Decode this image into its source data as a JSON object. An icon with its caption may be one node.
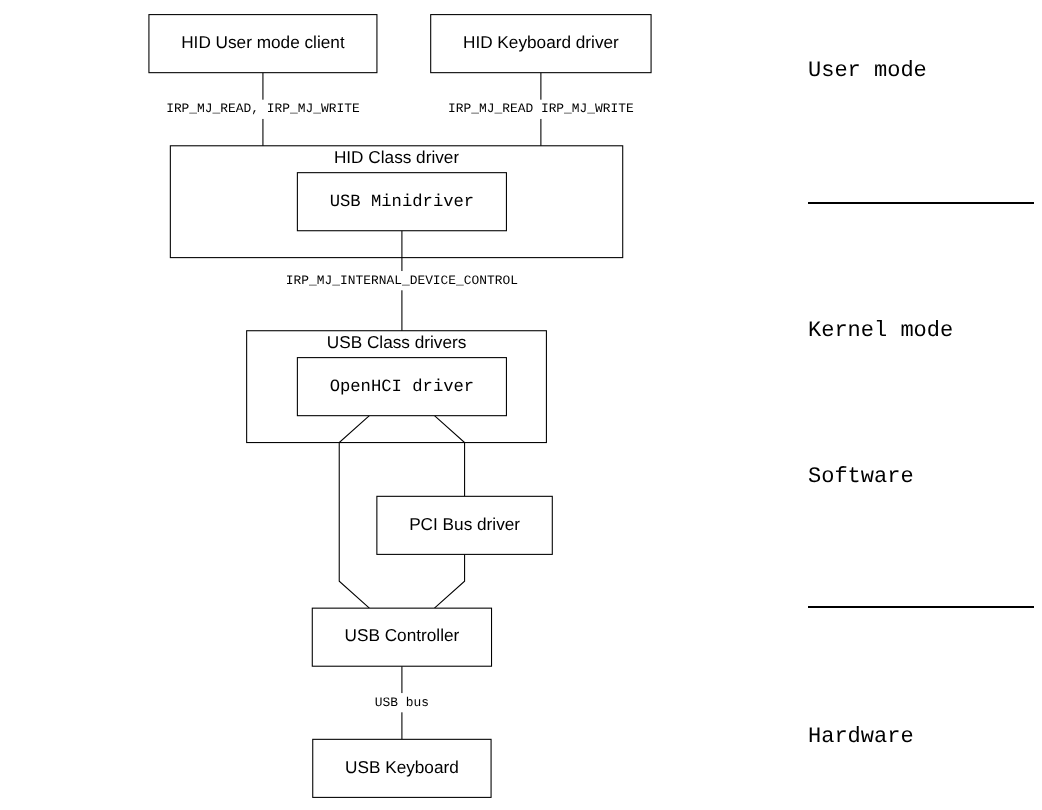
{
  "diagram": {
    "nodes": [
      {
        "text": [
          "HID User mode client"
        ]
      },
      {
        "text": [
          "HID Keyboard driver"
        ]
      },
      {
        "text": [
          "HID Class driver"
        ]
      },
      {
        "text": [
          "USB Minidriver"
        ],
        "in": 2
      },
      {
        "text": [
          "USB Class drivers"
        ]
      },
      {
        "text": [
          "OpenHCI driver"
        ],
        "in": 4
      },
      {
        "text": [
          "PCI Bus driver"
        ]
      },
      {
        "text": [
          "USB Controller"
        ]
      },
      {
        "text": [
          "USB Keyboard"
        ]
      }
    ],
    "edges": [
      {
        "from": 0,
        "to": 2,
        "arrow": "none",
        "label": "IRP_MJ_READ, IRP_MJ_WRITE"
      },
      {
        "from": 1,
        "to": 2,
        "arrow": "none",
        "label": "IRP_MJ_READ IRP_MJ_WRITE"
      },
      {
        "from": 3,
        "to": 4,
        "arrow": "none",
        "label": "IRP_MJ_INTERNAL_DEVICE_CONTROL"
      },
      {
        "from": 5,
        "to": 6,
        "arrow": "none"
      },
      {
        "from": 5,
        "to": 7,
        "arrow": "none"
      },
      {
        "from": 6,
        "to": 7,
        "arrow": "none"
      },
      {
        "from": 7,
        "to": 8,
        "arrow": "none",
        "label": "USB bus"
      }
    ],
    "labels": [
      "User mode",
      "Kernel mode",
      "Software",
      "Hardware"
    ]
  }
}
